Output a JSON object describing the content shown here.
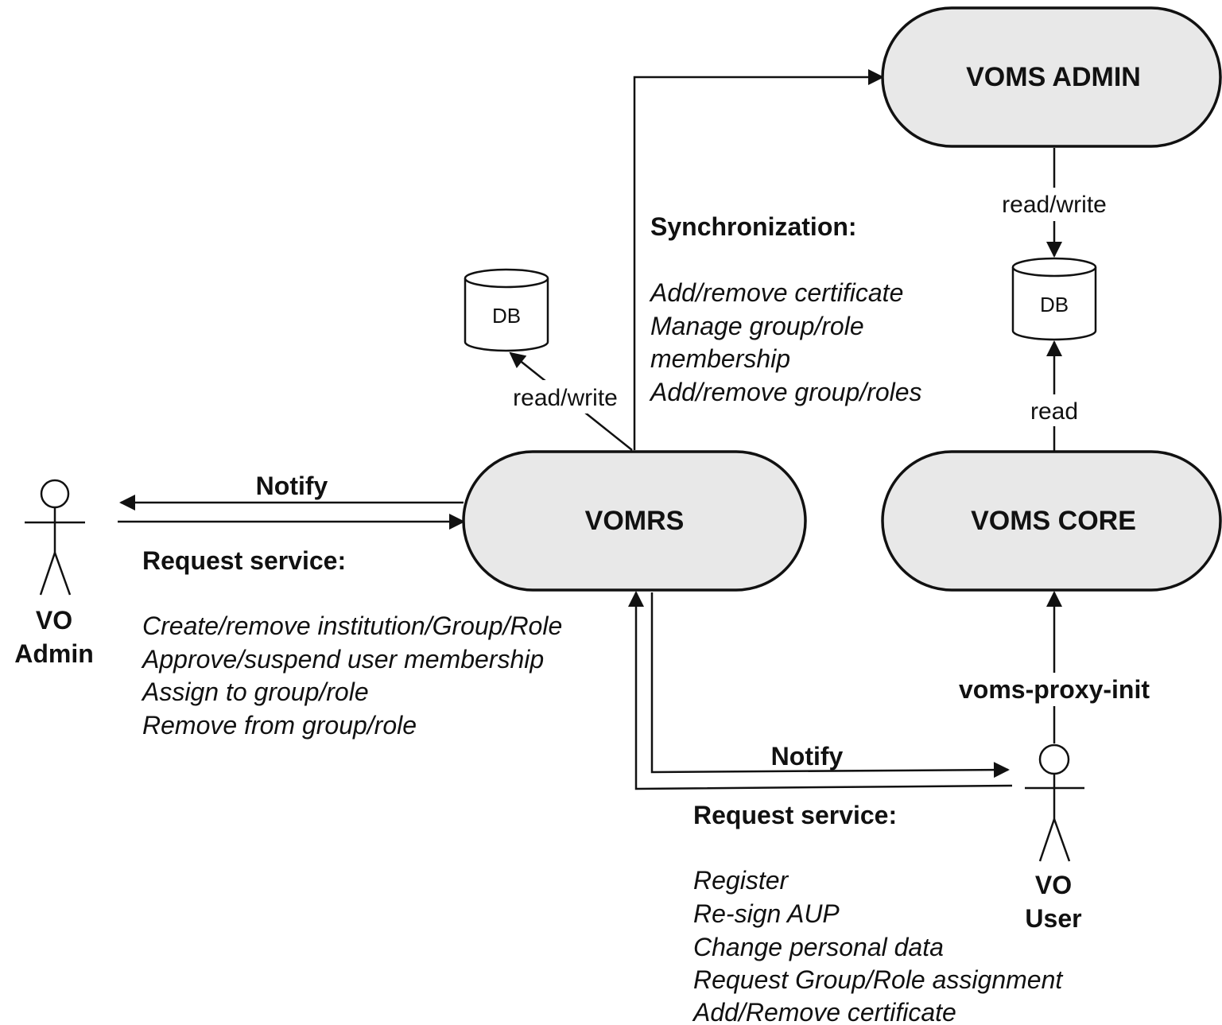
{
  "nodes": {
    "voms_admin": "VOMS ADMIN",
    "vomrs": "VOMRS",
    "voms_core": "VOMS CORE",
    "db_left": "DB",
    "db_right": "DB"
  },
  "actors": {
    "vo_admin": [
      "VO",
      "Admin"
    ],
    "vo_user": [
      "VO",
      "User"
    ]
  },
  "edges": {
    "admin_readwrite": "read/write",
    "vomrs_readwrite": "read/write",
    "core_read": "read",
    "voms_proxy_init": "voms-proxy-init",
    "notify_admin": "Notify",
    "notify_user": "Notify"
  },
  "synchronization": {
    "title": "Synchronization:",
    "items": [
      "Add/remove certificate",
      "Manage group/role",
      "membership",
      "Add/remove group/roles"
    ]
  },
  "admin_requests": {
    "title": "Request service:",
    "items": [
      "Create/remove institution/Group/Role",
      "Approve/suspend user membership",
      "Assign to group/role",
      "Remove from group/role"
    ]
  },
  "user_requests": {
    "title": "Request service:",
    "items": [
      "Register",
      "Re-sign AUP",
      "Change personal data",
      "Request Group/Role assignment",
      "Add/Remove certificate"
    ]
  }
}
